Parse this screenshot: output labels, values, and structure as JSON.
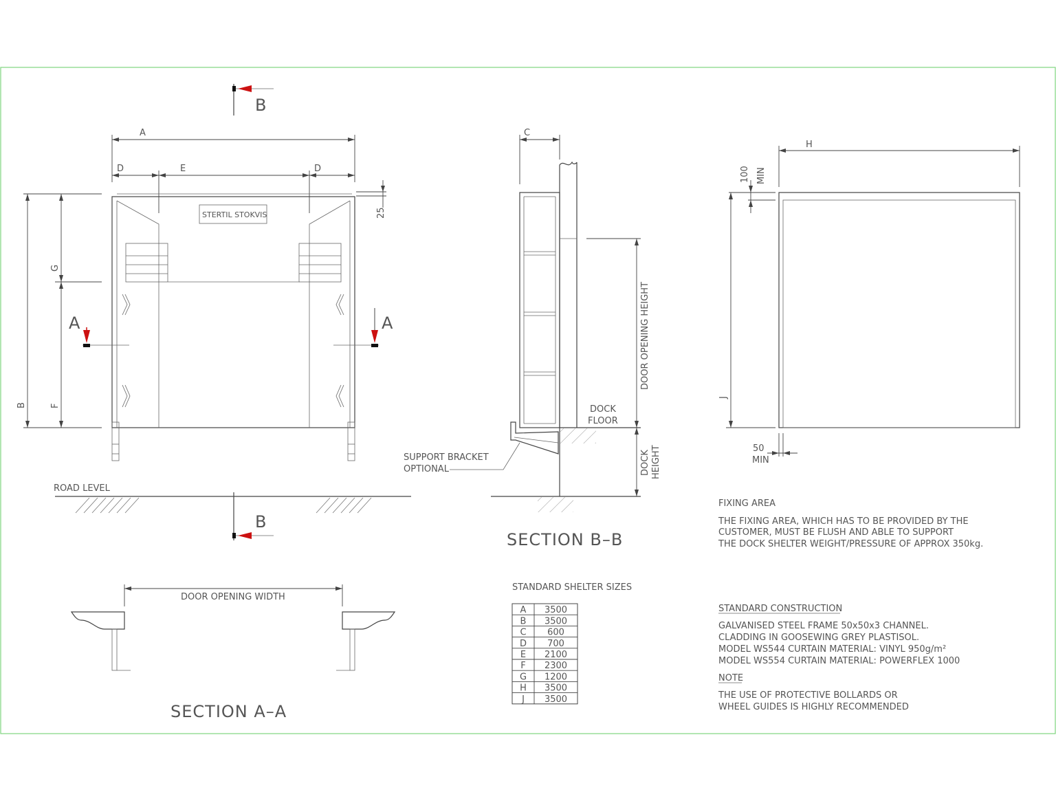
{
  "colors": {
    "border": "#7fd47f",
    "line": "#444444",
    "arrow": "#cc1111"
  },
  "front_view": {
    "section_mark_top": "B",
    "section_mark_bottom": "B",
    "section_mark_left": "A",
    "section_mark_right": "A",
    "dim_a": "A",
    "dim_d_left": "D",
    "dim_e": "E",
    "dim_d_right": "D",
    "dim_b": "B",
    "dim_g": "G",
    "dim_f": "F",
    "dim_25": "25",
    "nameplate": "STERTIL STOKVIS",
    "road_level": "ROAD LEVEL"
  },
  "section_bb": {
    "dim_c": "C",
    "door_opening_height": "DOOR OPENING HEIGHT",
    "dock_floor_1": "DOCK",
    "dock_floor_2": "FLOOR",
    "dock_height_1": "DOCK",
    "dock_height_2": "HEIGHT",
    "support_bracket_1": "SUPPORT BRACKET",
    "support_bracket_2": "OPTIONAL",
    "title": "SECTION B–B"
  },
  "fixing_view": {
    "dim_h": "H",
    "dim_j": "J",
    "dim_100": "100",
    "min_top": "MIN",
    "dim_50": "50",
    "min_bottom": "MIN"
  },
  "section_aa": {
    "door_opening_width": "DOOR OPENING WIDTH",
    "title": "SECTION A–A"
  },
  "sizes_table": {
    "title": "STANDARD SHELTER SIZES",
    "rows": [
      {
        "key": "A",
        "value": "3500"
      },
      {
        "key": "B",
        "value": "3500"
      },
      {
        "key": "C",
        "value": "600"
      },
      {
        "key": "D",
        "value": "700"
      },
      {
        "key": "E",
        "value": "2100"
      },
      {
        "key": "F",
        "value": "2300"
      },
      {
        "key": "G",
        "value": "1200"
      },
      {
        "key": "H",
        "value": "3500"
      },
      {
        "key": "J",
        "value": "3500"
      }
    ]
  },
  "notes": {
    "fixing_title": "FIXING AREA",
    "fixing_lines": [
      "THE FIXING AREA, WHICH HAS TO BE PROVIDED BY THE",
      "CUSTOMER, MUST BE FLUSH AND ABLE TO SUPPORT",
      "THE DOCK SHELTER WEIGHT/PRESSURE OF APPROX 350kg."
    ],
    "construction_title": "STANDARD CONSTRUCTION",
    "construction_lines": [
      "GALVANISED STEEL FRAME 50x50x3 CHANNEL.",
      "CLADDING IN GOOSEWING GREY PLASTISOL.",
      "MODEL WS544 CURTAIN MATERIAL: VINYL 950g/m²",
      "MODEL WS554 CURTAIN MATERIAL: POWERFLEX 1000"
    ],
    "note_title": "NOTE",
    "note_lines": [
      "THE USE OF PROTECTIVE BOLLARDS OR",
      "WHEEL GUIDES IS HIGHLY RECOMMENDED"
    ]
  }
}
